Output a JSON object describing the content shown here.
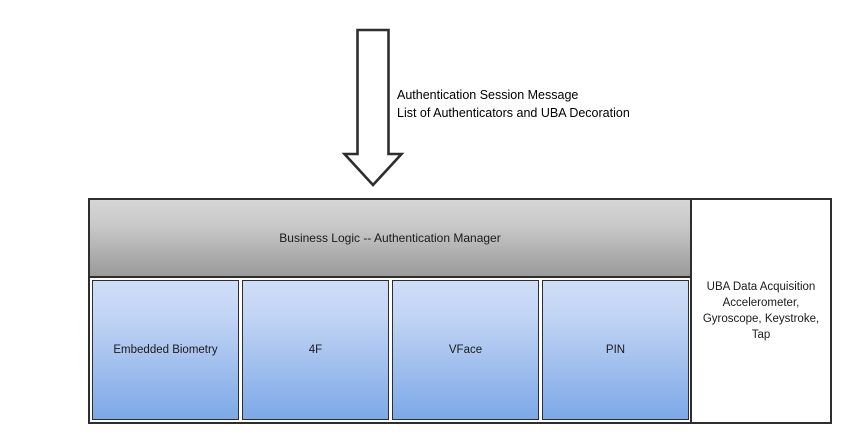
{
  "diagram": {
    "background_color": "#ffffff",
    "flow_arrow": {
      "icon": "down-arrow-icon",
      "direction": "down",
      "stroke_color": "#2e2e2e",
      "fill_color": "#ffffff",
      "label_lines": [
        "Authentication Session Message",
        "List of Authenticators and UBA Decoration"
      ]
    },
    "system": {
      "border_color": "#2e2e2e",
      "manager_bar": {
        "label": "Business Logic -- Authentication Manager",
        "gradient_from": "#d6d6d6",
        "gradient_to": "#9b9b9b"
      },
      "authenticators": [
        {
          "label": "Embedded Biometry"
        },
        {
          "label": "4F"
        },
        {
          "label": "VFace"
        },
        {
          "label": "PIN"
        }
      ],
      "authenticator_style": {
        "gradient_from": "#cfdef8",
        "gradient_to": "#7da9e7",
        "border_color": "#2e2e2e"
      },
      "uba_panel": {
        "lines": [
          "UBA Data Acquisition",
          "Accelerometer,",
          "Gyroscope, Keystroke,",
          "Tap"
        ],
        "background_color": "#ffffff"
      }
    }
  }
}
